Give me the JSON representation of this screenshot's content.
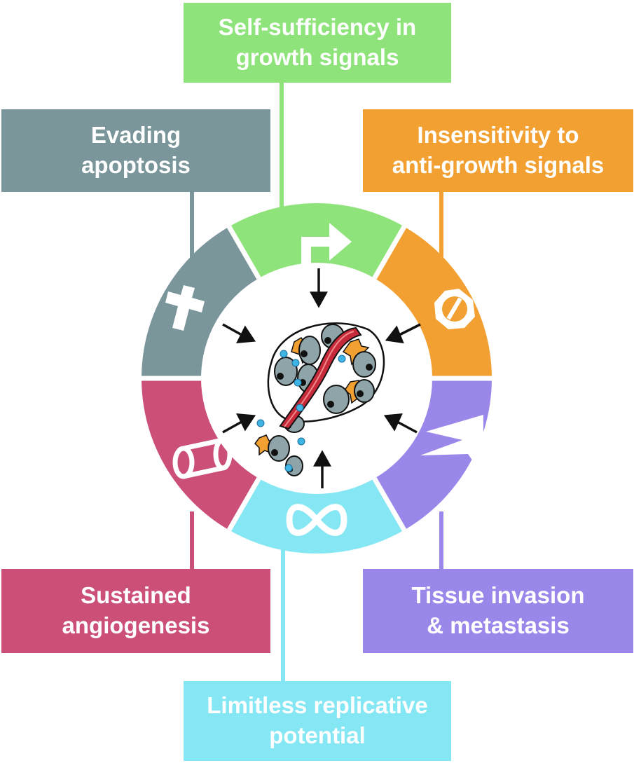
{
  "hallmarks": [
    {
      "id": "growth",
      "lines": [
        "Self-sufficiency in",
        "growth signals"
      ],
      "color": "#8ee37b",
      "icon": "arrow-icon"
    },
    {
      "id": "anti",
      "lines": [
        "Insensitivity to",
        "anti-growth signals"
      ],
      "color": "#f3a033",
      "icon": "stop-sign-icon"
    },
    {
      "id": "invasion",
      "lines": [
        "Tissue invasion",
        "& metastasis"
      ],
      "color": "#9b86ea",
      "icon": "crack-icon"
    },
    {
      "id": "replicative",
      "lines": [
        "Limitless replicative",
        "potential"
      ],
      "color": "#85e6f4",
      "icon": "infinity-icon"
    },
    {
      "id": "angio",
      "lines": [
        "Sustained",
        "angiogenesis"
      ],
      "color": "#cc4f78",
      "icon": "vessel-icon"
    },
    {
      "id": "apoptosis",
      "lines": [
        "Evading",
        "apoptosis"
      ],
      "color": "#7a969a",
      "icon": "cross-icon"
    }
  ]
}
